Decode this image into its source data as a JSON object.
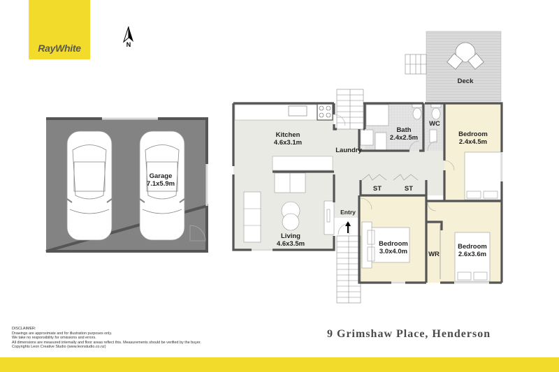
{
  "brand": {
    "name": "RayWhite",
    "color": "#f2db2b",
    "text_color": "#585858"
  },
  "compass": {
    "label": "N",
    "icon": "north-arrow-icon"
  },
  "property": {
    "address": "9 Grimshaw Place, Henderson"
  },
  "rooms": {
    "garage": {
      "name": "Garage",
      "size": "7.1x5.9m"
    },
    "kitchen": {
      "name": "Kitchen",
      "size": "4.6x3.1m"
    },
    "laundry": {
      "name": "Laundry"
    },
    "living": {
      "name": "Living",
      "size": "4.6x3.5m"
    },
    "entry": {
      "name": "Entry"
    },
    "bath": {
      "name": "Bath",
      "size": "2.4x2.5m"
    },
    "wc": {
      "name": "WC"
    },
    "deck": {
      "name": "Deck"
    },
    "bedroom1": {
      "name": "Bedroom",
      "size": "2.4x4.5m"
    },
    "bedroom2": {
      "name": "Bedroom",
      "size": "3.0x4.0m"
    },
    "bedroom3": {
      "name": "Bedroom",
      "size": "2.6x3.6m"
    },
    "storage1": {
      "name": "ST"
    },
    "storage2": {
      "name": "ST"
    },
    "wardrobe": {
      "name": "WR"
    }
  },
  "disclaimer": {
    "title": "DISCLAIMER:",
    "lines": [
      "Drawings are approximate and for illustration purposes only.",
      "We take no responsibility for omissions and errors.",
      "All dimensions are measured internally and floor areas reflect this. Measurements should be verified by the buyer.",
      "Copyrights Leon Creative Studio (www.leonstudio.co.nz)"
    ]
  },
  "colors": {
    "wall": "#555555",
    "garage_floor": "#838383",
    "living_floor": "#e9eae4",
    "bedroom_floor": "#f6f1d6",
    "wet_floor": "#e4e4e4",
    "deck_floor": "#dcdcdc",
    "footer_band": "#f2db2b"
  }
}
